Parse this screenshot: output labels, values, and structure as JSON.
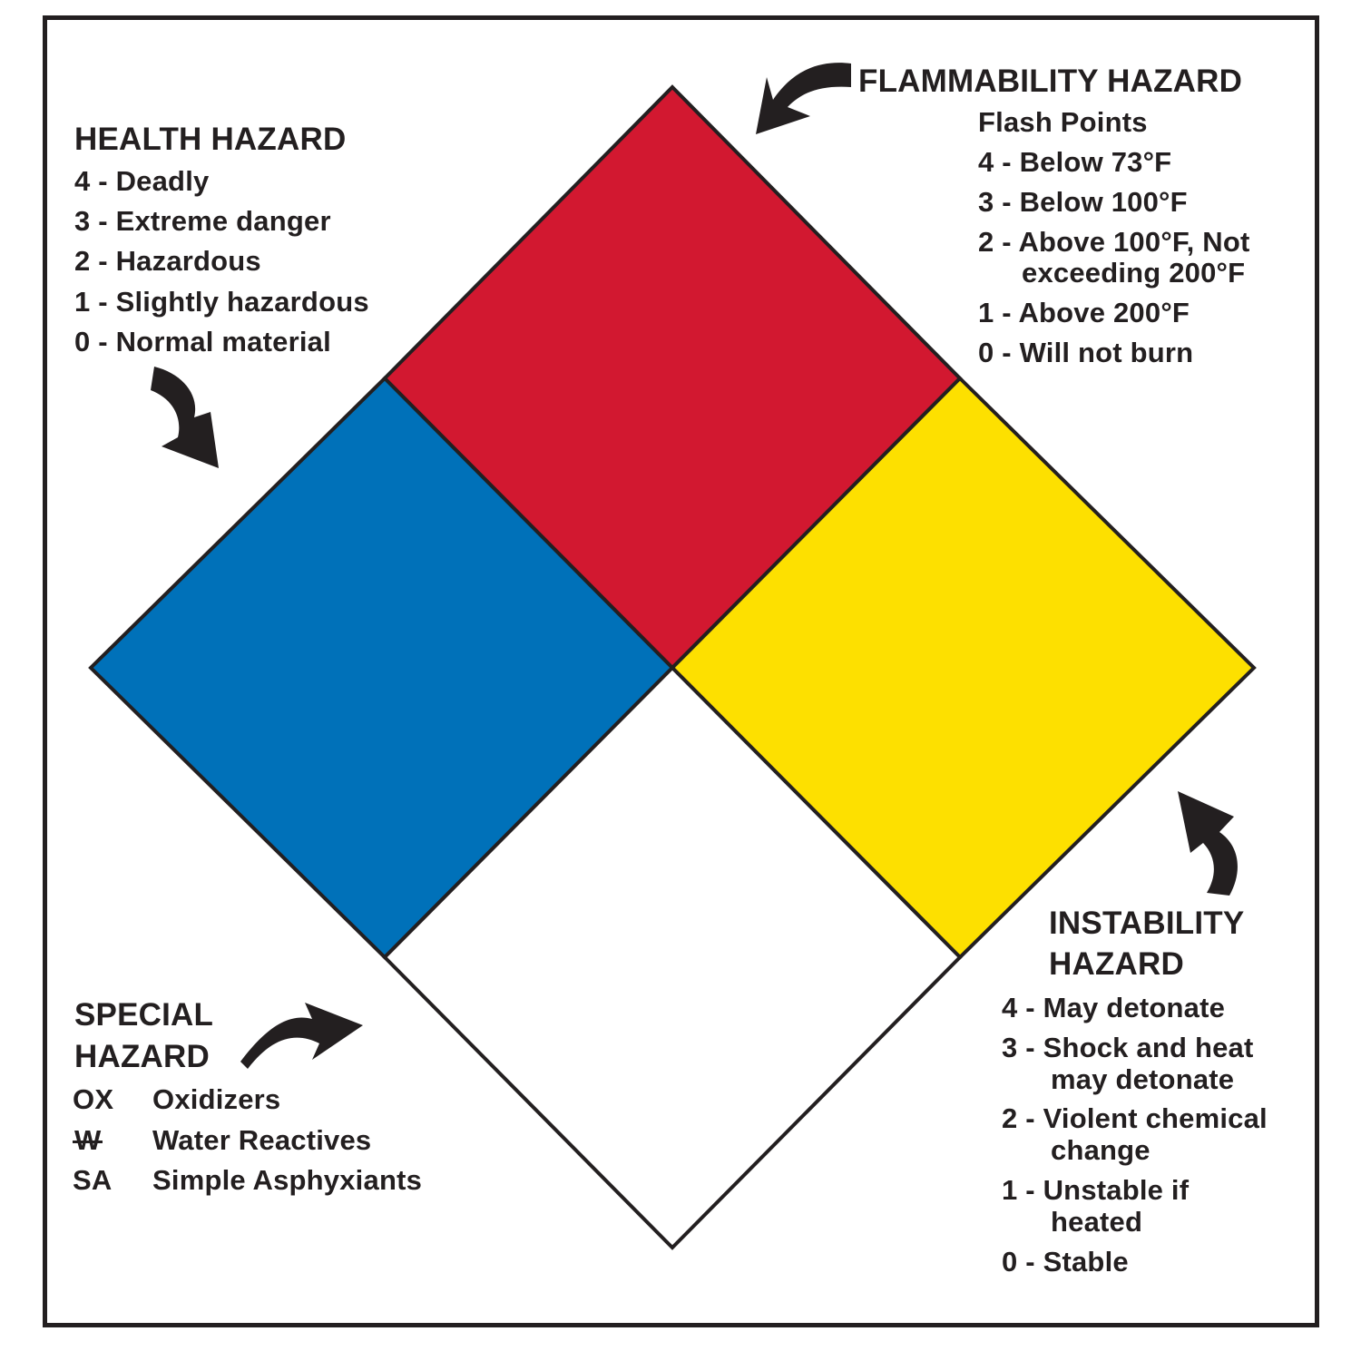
{
  "colors": {
    "health": "#0071b9",
    "flammability": "#d21830",
    "instability": "#fde000",
    "special": "#ffffff",
    "ink": "#231f20"
  },
  "health": {
    "title": "HEALTH HAZARD",
    "items": [
      "4 - Deadly",
      "3 - Extreme danger",
      "2 - Hazardous",
      "1 - Slightly hazardous",
      "0 - Normal material"
    ]
  },
  "flammability": {
    "title": "FLAMMABILITY HAZARD",
    "subtitle": "Flash Points",
    "items": [
      "4 - Below 73°F",
      "3 - Below 100°F",
      "2 - Above 100°F, Not",
      "exceeding 200°F",
      "1 - Above 200°F",
      "0 - Will not burn"
    ]
  },
  "instability": {
    "title_line1": "INSTABILITY",
    "title_line2": "HAZARD",
    "items": [
      "4 - May detonate",
      "3 - Shock and heat",
      "may detonate",
      "2 - Violent chemical",
      "change",
      "1 - Unstable if",
      "heated",
      "0 - Stable"
    ]
  },
  "special": {
    "title_line1": "SPECIAL",
    "title_line2": "HAZARD",
    "items": [
      {
        "code": "OX",
        "label": "Oxidizers"
      },
      {
        "code": "W",
        "label": "Water Reactives"
      },
      {
        "code": "SA",
        "label": "Simple Asphyxiants"
      }
    ]
  }
}
